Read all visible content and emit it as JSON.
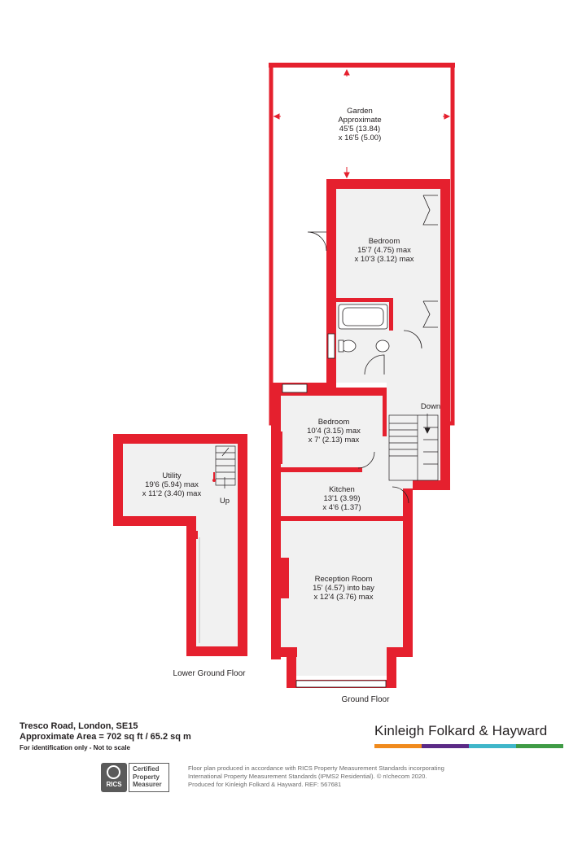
{
  "rooms": {
    "garden": {
      "name": "Garden",
      "line2": "Approximate",
      "line3": "45'5 (13.84)",
      "line4": "x 16'5 (5.00)"
    },
    "bedroom1": {
      "name": "Bedroom",
      "line2": "15'7 (4.75) max",
      "line3": "x 10'3 (3.12) max"
    },
    "bedroom2": {
      "name": "Bedroom",
      "line2": "10'4 (3.15) max",
      "line3": "x 7' (2.13) max"
    },
    "kitchen": {
      "name": "Kitchen",
      "line2": "13'1 (3.99)",
      "line3": "x 4'6 (1.37)"
    },
    "reception": {
      "name": "Reception Room",
      "line2": "15' (4.57) into bay",
      "line3": "x 12'4 (3.76) max"
    },
    "utility": {
      "name": "Utility",
      "line2": "19'6 (5.94) max",
      "line3": "x 11'2 (3.40) max"
    }
  },
  "stairs": {
    "down": "Down",
    "up": "Up"
  },
  "floors": {
    "lower": "Lower Ground Floor",
    "ground": "Ground Floor"
  },
  "footer": {
    "address": "Tresco Road, London, SE15",
    "area": "Approximate Area = 702 sq ft / 65.2 sq m",
    "note": "For identification only - Not to scale",
    "brand": "Kinleigh Folkard & Hayward",
    "brand_colors": [
      "#f08a1c",
      "#5b2a86",
      "#3fb6c9",
      "#3f9b45"
    ],
    "rics_logo": "RICS",
    "rics_cert_1": "Certified",
    "rics_cert_2": "Property",
    "rics_cert_3": "Measurer",
    "disclaimer_1": "Floor plan produced in accordance with RICS Property Measurement Standards incorporating",
    "disclaimer_2": "International Property Measurement Standards (IPMS2 Residential).  © n!checom 2020.",
    "disclaimer_3": "Produced for Kinleigh Folkard & Hayward.   REF: 567681"
  },
  "colors": {
    "wall": "#e5202e",
    "floor": "#f1f1f1",
    "line": "#231f20"
  }
}
